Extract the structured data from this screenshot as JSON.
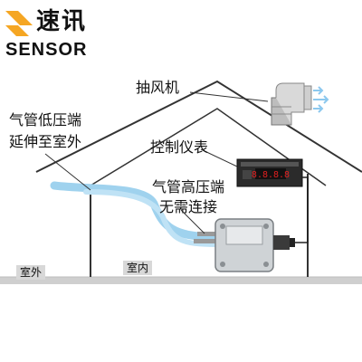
{
  "brand": {
    "name_cn": "速讯",
    "name_en": "SENSOR",
    "color_orange": "#f5a623",
    "color_dark": "#111111"
  },
  "labels": {
    "exhaust_fan": "抽风机",
    "low_pressure_line1": "气管低压端",
    "low_pressure_line2": "延伸至室外",
    "control_meter": "控制仪表",
    "high_pressure_line1": "气管高压端",
    "high_pressure_line2": "无需连接",
    "outdoor": "室外",
    "indoor": "室内"
  },
  "icons": [
    "logo-s-icon",
    "exhaust-fan-icon",
    "airflow-arrow-icon",
    "control-meter-icon",
    "pressure-transmitter-icon"
  ],
  "colors": {
    "tube": "#9fd2ee",
    "house_line": "#333333",
    "ground": "#c9c9c9",
    "meter_display": "#e02020"
  }
}
